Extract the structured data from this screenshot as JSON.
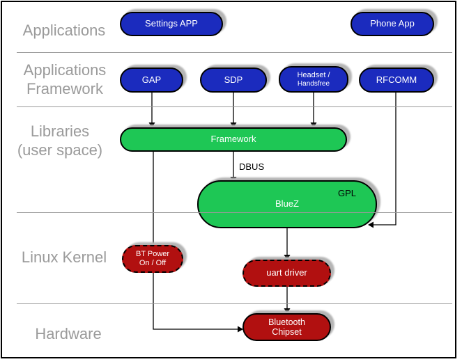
{
  "layers": {
    "applications": "Applications",
    "app_framework_line1": "Applications",
    "app_framework_line2": "Framework",
    "libraries_line1": "Libraries",
    "libraries_line2": "(user space)",
    "linux_kernel": "Linux Kernel",
    "hardware": "Hardware"
  },
  "nodes": {
    "settings_app": "Settings APP",
    "phone_app": "Phone App",
    "gap": "GAP",
    "sdp": "SDP",
    "headset_line1": "Headset /",
    "headset_line2": "Handsfree",
    "rfcomm": "RFCOMM",
    "framework": "Framework",
    "bluez": "BlueZ",
    "gpl_tag": "GPL",
    "bt_power_line1": "BT Power",
    "bt_power_line2": "On / Off",
    "uart_driver": "uart driver",
    "chipset_line1": "Bluetooth",
    "chipset_line2": "Chipset"
  },
  "edges": {
    "dbus_label": "DBUS"
  },
  "colors": {
    "app_node": "#1b2bbe",
    "lib_node": "#1ec755",
    "kernel_node": "#b11010",
    "layer_label_gray": "#9a9a9a",
    "divider_gray": "#999999",
    "node_shadow": "#b5b5b5",
    "connector_black": "#000000",
    "connector_gray": "#5a5a5a",
    "text_on_node": "#ffffff",
    "annotation_black": "#000000"
  }
}
